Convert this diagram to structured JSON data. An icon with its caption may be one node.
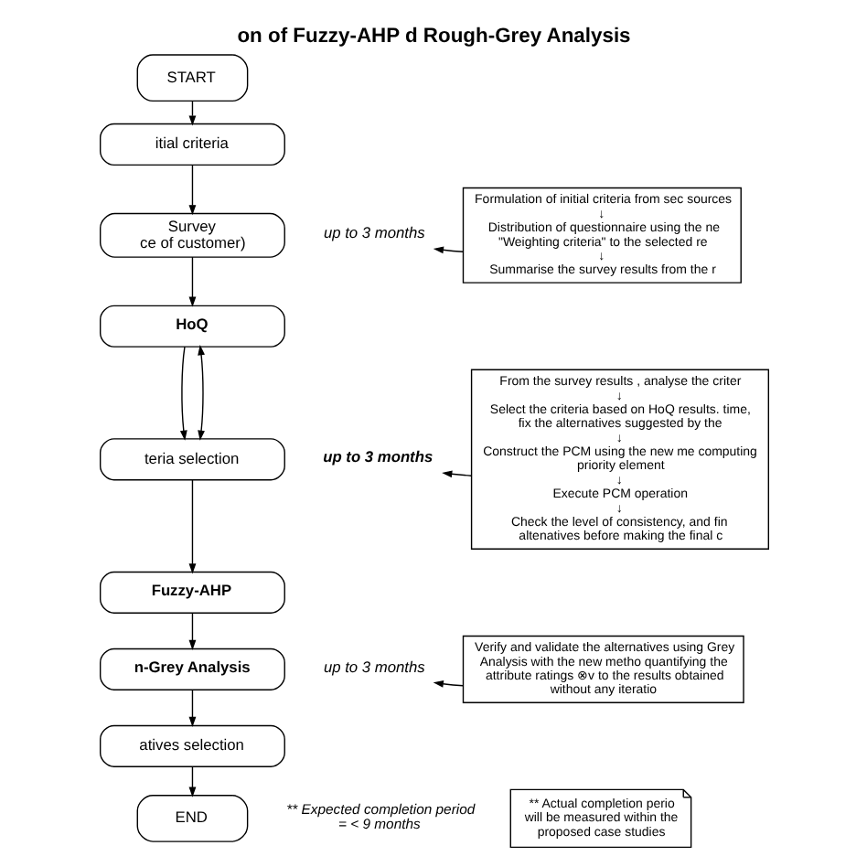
{
  "diagram": {
    "title": "on of Fuzzy-AHP d Rough-Grey Analysis",
    "nodes": [
      {
        "text": [
          "START"
        ]
      },
      {
        "text": [
          "itial criteria"
        ]
      },
      {
        "text": [
          "Survey",
          "ce of customer)"
        ]
      },
      {
        "text": [
          "HoQ"
        ]
      },
      {
        "text": [
          "teria selection"
        ]
      },
      {
        "text": [
          "Fuzzy-AHP"
        ]
      },
      {
        "text": [
          "n-Grey Analysis"
        ]
      },
      {
        "text": [
          "atives selection"
        ]
      },
      {
        "text": [
          "END"
        ]
      },
      {
        "text": [
          "up to 3 months"
        ]
      },
      {
        "text": [
          "up to 3 months"
        ]
      },
      {
        "text": [
          "up to 3 months"
        ]
      },
      {
        "text": [
          "Formulation of initial criteria from sec sources",
          "↓",
          "Distribution of questionnaire using the ne \"Weighting criteria\" to the selected re",
          "↓",
          "Summarise the survey results from the r"
        ]
      },
      {
        "text": [
          "From the survey results , analyse the criter",
          "↓",
          "Select the criteria based on HoQ results. time, fix the alternatives suggested by the",
          "↓",
          "Construct the PCM using the new me computing priority element",
          "↓",
          "Execute PCM operation",
          "↓",
          "Check the level of consistency, and fin altenatives before making the final c"
        ]
      },
      {
        "text": [
          "Verify and validate the alternatives using Grey Analysis with the new metho quantifying the attribute ratings ⊗v to the results obtained without any iteratio"
        ]
      },
      {
        "text": [
          "** Actual completion perio will be measured within the proposed case studies"
        ]
      }
    ],
    "edges": [
      {
        "from": 0,
        "to": 1,
        "arrow": "to"
      },
      {
        "from": 1,
        "to": 2,
        "arrow": "to"
      },
      {
        "from": 2,
        "to": 3,
        "arrow": "to"
      },
      {
        "from": 3,
        "to": 4,
        "arrow": "to"
      },
      {
        "from": 4,
        "to": 5,
        "arrow": "to"
      },
      {
        "from": 5,
        "to": 6,
        "arrow": "to"
      },
      {
        "from": 6,
        "to": 7,
        "arrow": "to"
      },
      {
        "from": 7,
        "to": 8,
        "arrow": "to"
      },
      {
        "from": 3,
        "to": 4,
        "arrow": "both"
      },
      {
        "from": 12,
        "to": 9,
        "arrow": "to"
      },
      {
        "from": 13,
        "to": 10,
        "arrow": "to"
      },
      {
        "from": 14,
        "to": 11,
        "arrow": "to"
      }
    ],
    "labels": [
      "** Expected completion period = < 9 months"
    ]
  }
}
